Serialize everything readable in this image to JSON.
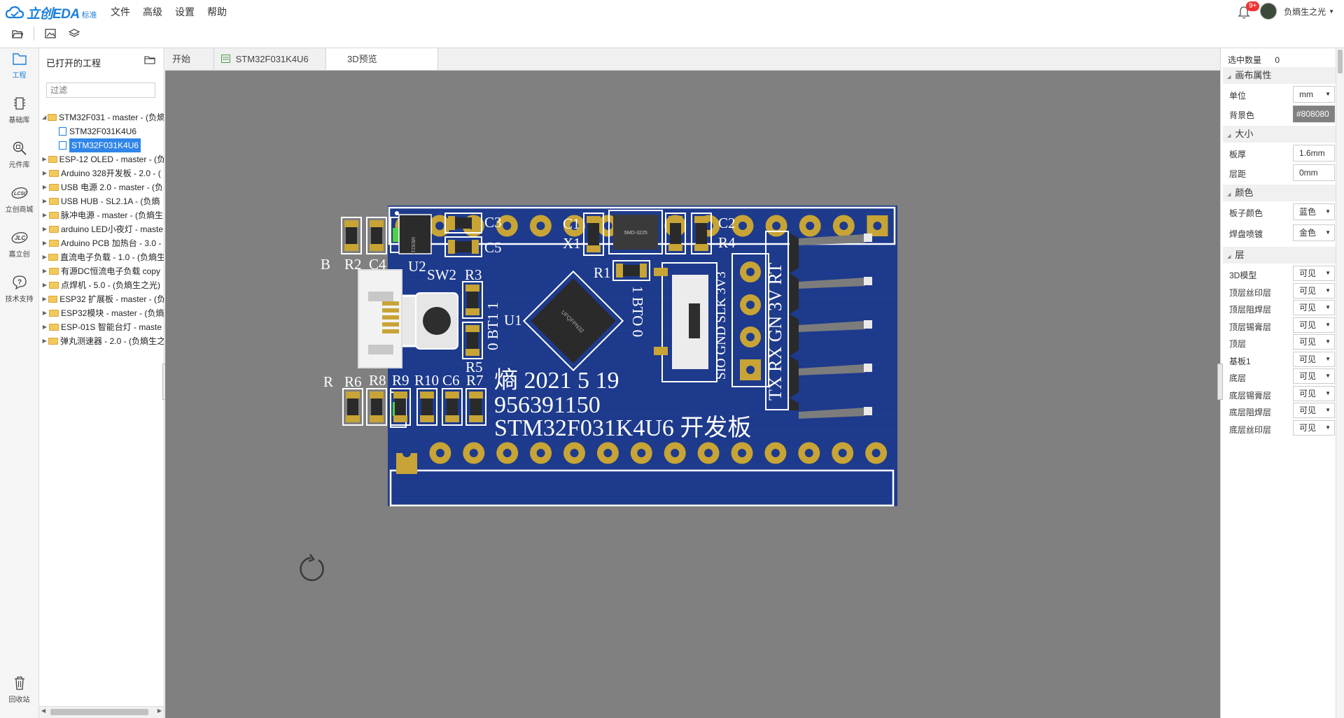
{
  "app": {
    "logo_text": "立创EDA",
    "logo_sub": "标准"
  },
  "menu": [
    "文件",
    "高级",
    "设置",
    "帮助"
  ],
  "topright": {
    "notif_count": "9+",
    "user": "负熵生之光"
  },
  "rail": [
    {
      "label": "工程"
    },
    {
      "label": "基础库"
    },
    {
      "label": "元件库"
    },
    {
      "label": "立创商城"
    },
    {
      "label": "嘉立创"
    },
    {
      "label": "技术支持"
    },
    {
      "label": "回收站"
    }
  ],
  "project_panel": {
    "title": "已打开的工程",
    "filter_placeholder": "过滤",
    "tree": [
      {
        "label": "STM32F031 - master - (负熵",
        "type": "folder",
        "open": true,
        "indent": 0
      },
      {
        "label": "STM32F031K4U6",
        "type": "sch",
        "indent": 1
      },
      {
        "label": "STM32F031K4U6",
        "type": "pcb",
        "indent": 1,
        "selected": true
      },
      {
        "label": "ESP-12 OLED - master - (负",
        "type": "folder",
        "indent": 0
      },
      {
        "label": "Arduino 328开发板 - 2.0 - (",
        "type": "folder",
        "indent": 0
      },
      {
        "label": "USB 电源 2.0 - master - (负",
        "type": "folder",
        "indent": 0
      },
      {
        "label": "USB HUB - SL2.1A - (负熵",
        "type": "folder",
        "indent": 0
      },
      {
        "label": "脉冲电源 - master - (负熵生",
        "type": "folder",
        "indent": 0
      },
      {
        "label": "arduino LED小夜灯 - maste",
        "type": "folder",
        "indent": 0
      },
      {
        "label": "Arduino PCB 加热台 - 3.0 -",
        "type": "folder",
        "indent": 0
      },
      {
        "label": "直流电子负载 - 1.0 - (负熵生",
        "type": "folder",
        "indent": 0
      },
      {
        "label": "有源DC恒流电子负载 copy",
        "type": "folder",
        "indent": 0
      },
      {
        "label": "点焊机 - 5.0 - (负熵生之光)",
        "type": "folder",
        "indent": 0
      },
      {
        "label": "ESP32 扩展板 - master - (负",
        "type": "folder",
        "indent": 0
      },
      {
        "label": "ESP32模块 - master - (负熵",
        "type": "folder",
        "indent": 0
      },
      {
        "label": "ESP-01S 智能台灯 - maste",
        "type": "folder",
        "indent": 0
      },
      {
        "label": "弹丸测速器 - 2.0 - (负熵生之",
        "type": "folder",
        "indent": 0
      }
    ]
  },
  "tabs": [
    {
      "label": "开始"
    },
    {
      "label": "STM32F031K4U6"
    },
    {
      "label": "3D预览"
    }
  ],
  "right_panel": {
    "selected_count_label": "选中数量",
    "selected_count": "0",
    "sections": {
      "canvas": "画布属性",
      "size": "大小",
      "color": "颜色",
      "layers": "层"
    },
    "unit": {
      "label": "单位",
      "value": "mm"
    },
    "bgcolor": {
      "label": "背景色",
      "value": "#808080"
    },
    "thickness": {
      "label": "板厚",
      "value": "1.6mm"
    },
    "spacing": {
      "label": "层距",
      "value": "0mm"
    },
    "board_color": {
      "label": "板子颜色",
      "value": "蓝色"
    },
    "pad_plating": {
      "label": "焊盘喷镀",
      "value": "金色"
    },
    "layers": [
      {
        "label": "3D模型",
        "value": "可见"
      },
      {
        "label": "顶层丝印层",
        "value": "可见"
      },
      {
        "label": "顶层阻焊层",
        "value": "可见"
      },
      {
        "label": "顶层锡膏层",
        "value": "可见"
      },
      {
        "label": "顶层",
        "value": "可见"
      },
      {
        "label": "基板1",
        "value": "可见"
      },
      {
        "label": "底层",
        "value": "可见"
      },
      {
        "label": "底层锡膏层",
        "value": "可见"
      },
      {
        "label": "底层阻焊层",
        "value": "可见"
      },
      {
        "label": "底层丝印层",
        "value": "可见"
      }
    ]
  },
  "board": {
    "silk": {
      "line1": "熵 2021 5 19",
      "line2": "956391150",
      "line3": "STM32F031K4U6 开发板",
      "header_labels": "TX RX GN 3V RT",
      "side_labels": "SIO GND SLK 3V3",
      "boot1": "0 BT1 1",
      "boot0": "1 BTO 0",
      "chip_mark": "UFQFPN32",
      "xtal_mark": "SMD-3225",
      "ref": {
        "B": "B",
        "R2": "R2",
        "C4": "C4",
        "U2": "U2",
        "C3": "C3",
        "C5": "C5",
        "SW2": "SW2",
        "R3": "R3",
        "U1": "U1",
        "R5": "R5",
        "C1": "C1",
        "X1": "X1",
        "R1": "R1",
        "C2": "C2",
        "R4": "R4",
        "R": "R",
        "R6": "R6",
        "R8": "R8",
        "R9": "R9",
        "R10": "R10",
        "C6": "C6",
        "R7": "R7"
      }
    },
    "colors": {
      "pcb": "#1d3a8c",
      "pcb_dark": "#183074",
      "gold": "#c7a435",
      "silk": "#ffffff",
      "canvas": "#808080"
    }
  }
}
